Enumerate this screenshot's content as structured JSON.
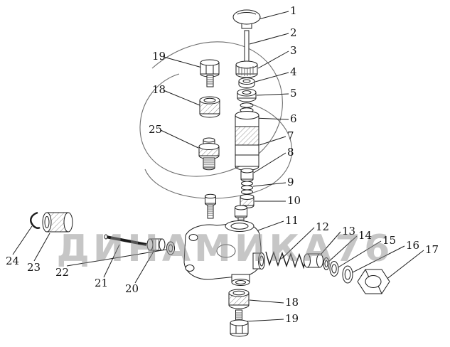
{
  "watermark": "ДИНАМИКА76",
  "callouts": {
    "n1": "1",
    "n2": "2",
    "n3": "3",
    "n4": "4",
    "n5": "5",
    "n6": "6",
    "n7": "7",
    "n8": "8",
    "n9": "9",
    "n10": "10",
    "n11": "11",
    "n12": "12",
    "n13": "13",
    "n14": "14",
    "n15": "15",
    "n16": "16",
    "n17": "17",
    "n19_left": "19",
    "n18_left": "18",
    "n25": "25",
    "n24": "24",
    "n23": "23",
    "n22": "22",
    "n21": "21",
    "n20": "20",
    "n18_bottom": "18",
    "n19_bottom": "19"
  },
  "colors": {
    "line": "#1c1c1c",
    "hatch": "#8a8a8a",
    "watermark_gray": "#8f8f8f"
  }
}
